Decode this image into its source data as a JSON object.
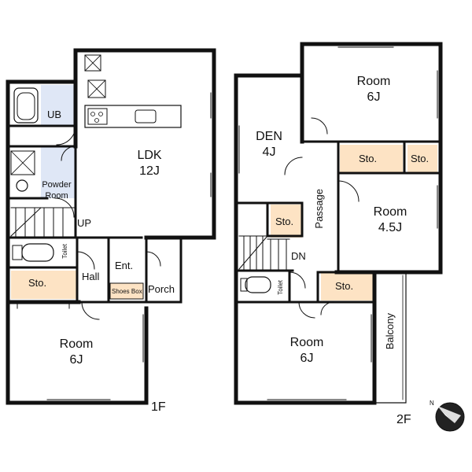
{
  "colors": {
    "wall": "#111111",
    "storage_fill": "#fde3c4",
    "bath_fill": "#dfe7f6",
    "floor": "#ffffff"
  },
  "floor_1": {
    "label": "1F",
    "rooms": {
      "ub": "UB",
      "powder_room_line1": "Powder",
      "powder_room_line2": "Room",
      "ldk_name": "LDK",
      "ldk_size": "12J",
      "up": "UP",
      "toilet": "Toilet",
      "storage": "Sto.",
      "hall": "Hall",
      "entrance": "Ent.",
      "shoes_box": "Shoes Box",
      "porch": "Porch",
      "room_name": "Room",
      "room_size": "6J"
    }
  },
  "floor_2": {
    "label": "2F",
    "rooms": {
      "room_top_name": "Room",
      "room_top_size": "6J",
      "den_name": "DEN",
      "den_size": "4J",
      "storage_top_a": "Sto.",
      "storage_top_b": "Sto.",
      "storage_mid": "Sto.",
      "passage": "Passage",
      "room_mid_name": "Room",
      "room_mid_size": "4.5J",
      "dn": "DN",
      "toilet": "Toilet",
      "storage_low": "Sto.",
      "room_bottom_name": "Room",
      "room_bottom_size": "6J",
      "balcony": "Balcony"
    }
  },
  "compass": {
    "north_label": "N"
  }
}
